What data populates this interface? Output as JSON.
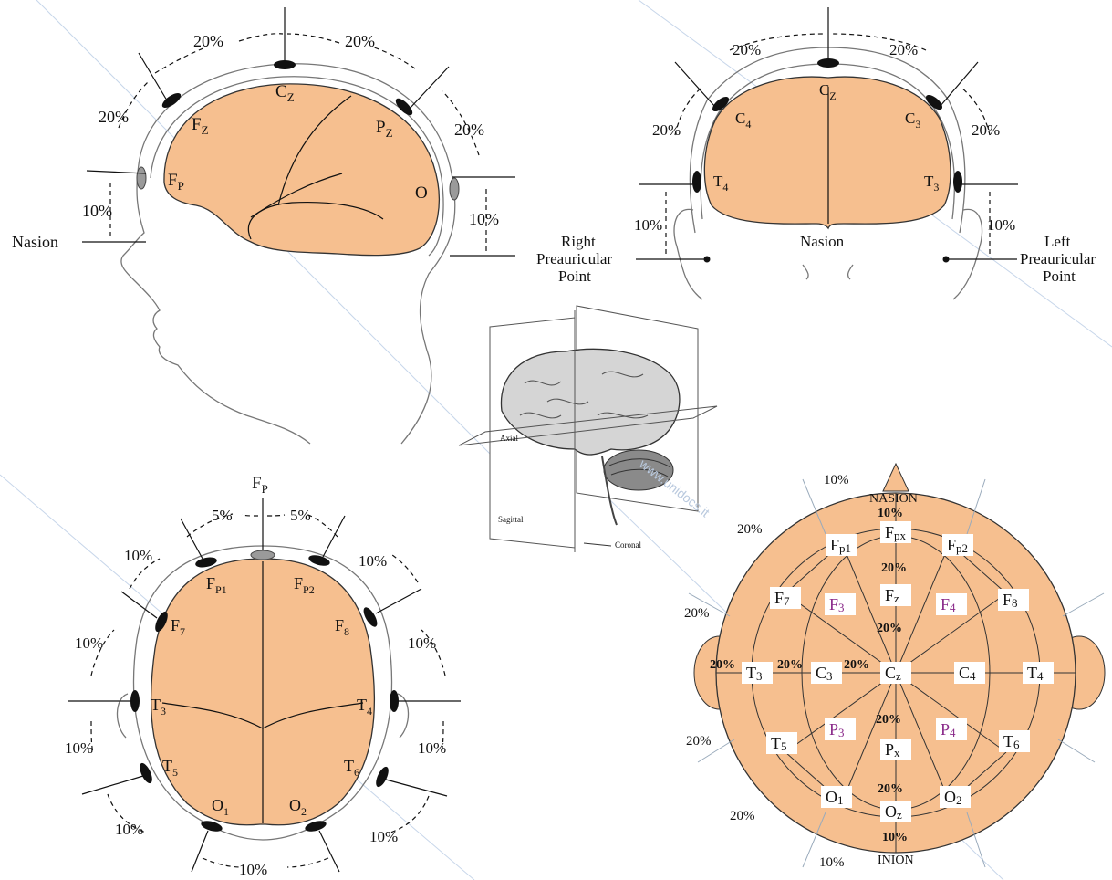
{
  "panel_lateral": {
    "percents": [
      "20%",
      "20%",
      "20%",
      "20%",
      "10%",
      "10%"
    ],
    "nasion": "Nasion",
    "electrodes": {
      "cz": "C",
      "cz_sub": "Z",
      "fz": "F",
      "fz_sub": "Z",
      "pz": "P",
      "pz_sub": "Z",
      "fp": "F",
      "fp_sub": "P",
      "o": "O"
    }
  },
  "panel_frontal": {
    "percents": [
      "20%",
      "20%",
      "20%",
      "20%",
      "10%",
      "10%"
    ],
    "nasion": "Nasion",
    "right_point": [
      "Right",
      "Preauricular",
      "Point"
    ],
    "left_point": [
      "Left",
      "Preauricular",
      "Point"
    ],
    "electrodes": {
      "cz": "C",
      "cz_sub": "Z",
      "c4": "C",
      "c4_sub": "4",
      "c3": "C",
      "c3_sub": "3",
      "t4": "T",
      "t4_sub": "4",
      "t3": "T",
      "t3_sub": "3"
    }
  },
  "panel_brain": {
    "planes": [
      "Axial",
      "Sagittal",
      "Coronal"
    ]
  },
  "panel_top": {
    "fp": "F",
    "fp_sub": "P",
    "percents": [
      "5%",
      "5%",
      "10%",
      "10%",
      "10%",
      "10%",
      "10%",
      "10%",
      "10%",
      "10%",
      "10%"
    ],
    "electrodes": {
      "fp1": "F",
      "fp1_sub": "P1",
      "fp2": "F",
      "fp2_sub": "P2",
      "f7": "F",
      "f7_sub": "7",
      "f8": "F",
      "f8_sub": "8",
      "t3": "T",
      "t3_sub": "3",
      "t4": "T",
      "t4_sub": "4",
      "t5": "T",
      "t5_sub": "5",
      "t6": "T",
      "t6_sub": "6",
      "o1": "O",
      "o1_sub": "1",
      "o2": "O",
      "o2_sub": "2"
    }
  },
  "panel_map": {
    "nasion": "NASION",
    "inion": "INION",
    "percents_outer": [
      "10%",
      "20%",
      "20%",
      "20%",
      "20%",
      "10%"
    ],
    "percents_inner": [
      "10%",
      "20%",
      "20%",
      "20%",
      "20%",
      "20%",
      "20%",
      "20%",
      "10%"
    ],
    "electrodes": [
      {
        "id": "Fpz",
        "main": "F",
        "sub": "px",
        "color": "#111111"
      },
      {
        "id": "Fp1",
        "main": "F",
        "sub": "p1",
        "color": "#111111"
      },
      {
        "id": "Fp2",
        "main": "F",
        "sub": "p2",
        "color": "#111111"
      },
      {
        "id": "F7",
        "main": "F",
        "sub": "7",
        "color": "#111111"
      },
      {
        "id": "F3",
        "main": "F",
        "sub": "3",
        "color": "#8a2a8a"
      },
      {
        "id": "Fz",
        "main": "F",
        "sub": "z",
        "color": "#111111"
      },
      {
        "id": "F4",
        "main": "F",
        "sub": "4",
        "color": "#8a2a8a"
      },
      {
        "id": "F8",
        "main": "F",
        "sub": "8",
        "color": "#111111"
      },
      {
        "id": "T3",
        "main": "T",
        "sub": "3",
        "color": "#111111"
      },
      {
        "id": "C3",
        "main": "C",
        "sub": "3",
        "color": "#111111"
      },
      {
        "id": "Cz",
        "main": "C",
        "sub": "z",
        "color": "#111111"
      },
      {
        "id": "C4",
        "main": "C",
        "sub": "4",
        "color": "#111111"
      },
      {
        "id": "T4",
        "main": "T",
        "sub": "4",
        "color": "#111111"
      },
      {
        "id": "T5",
        "main": "T",
        "sub": "5",
        "color": "#111111"
      },
      {
        "id": "P3",
        "main": "P",
        "sub": "3",
        "color": "#8a2a8a"
      },
      {
        "id": "Pz",
        "main": "P",
        "sub": "x",
        "color": "#111111"
      },
      {
        "id": "P4",
        "main": "P",
        "sub": "4",
        "color": "#8a2a8a"
      },
      {
        "id": "T6",
        "main": "T",
        "sub": "6",
        "color": "#111111"
      },
      {
        "id": "O1",
        "main": "O",
        "sub": "1",
        "color": "#111111"
      },
      {
        "id": "Oz",
        "main": "O",
        "sub": "z",
        "color": "#111111"
      },
      {
        "id": "O2",
        "main": "O",
        "sub": "2",
        "color": "#111111"
      }
    ]
  },
  "watermark": "www.unidocs.it",
  "colors": {
    "brain": "#f6bf8f",
    "head": "#f6bf8f",
    "ink": "#111111",
    "purple": "#8a2a8a"
  }
}
